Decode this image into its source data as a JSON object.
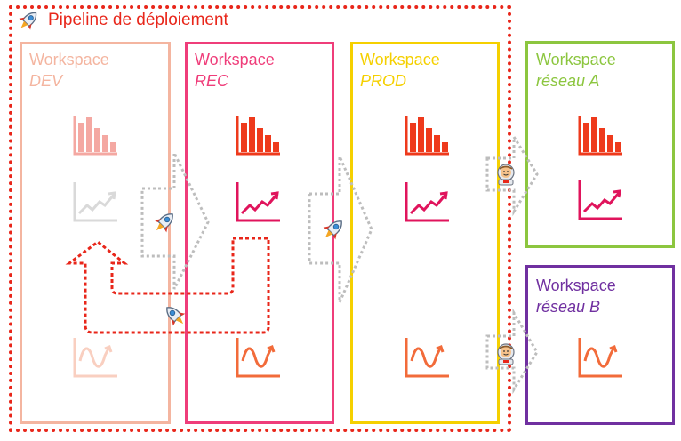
{
  "pipeline": {
    "title": "Pipeline de déploiement",
    "icon": "rocket-icon",
    "color": "#e8261a"
  },
  "workspaces": {
    "dev": {
      "title": "Workspace",
      "subtitle": "DEV",
      "color": "#f4b5a0"
    },
    "rec": {
      "title": "Workspace",
      "subtitle": "REC",
      "color": "#ef3d7a"
    },
    "prod": {
      "title": "Workspace",
      "subtitle": "PROD",
      "color": "#f5d000"
    },
    "reseauA": {
      "title": "Workspace",
      "subtitle": "réseau A",
      "color": "#8cc63f"
    },
    "reseauB": {
      "title": "Workspace",
      "subtitle": "réseau B",
      "color": "#7030a0"
    }
  },
  "icons": {
    "report": "bar-chart-icon",
    "dashboard": "line-chart-icon",
    "dataset": "wave-chart-icon",
    "deploy": "rocket-icon",
    "share": "astronaut-icon"
  },
  "colors": {
    "arrow_gray": "#bdbdbd",
    "report_red": "#ee3a1c",
    "dashboard_pink": "#e0145c",
    "dataset_orange": "#f26b3a"
  }
}
